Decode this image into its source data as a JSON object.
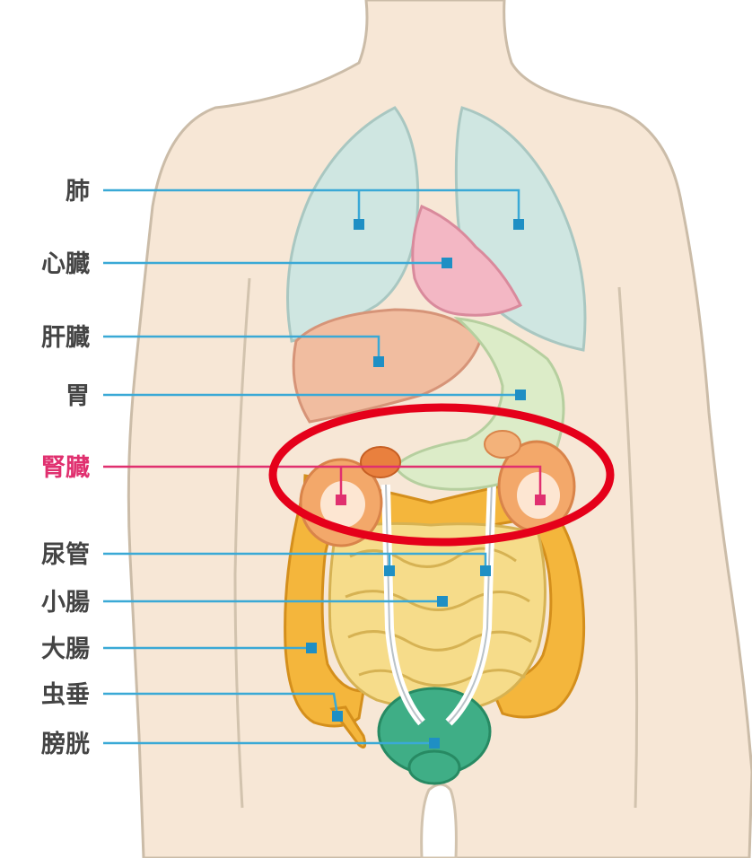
{
  "colors": {
    "leader_line": "#3aa9d6",
    "leader_dot": "#1f8fc4",
    "highlight_line": "#e0306f",
    "highlight_ring": "#e5001a",
    "label_text": "#444444",
    "highlight_text": "#e0306f"
  },
  "labels": [
    {
      "id": "lung",
      "text": "肺",
      "highlighted": false
    },
    {
      "id": "heart",
      "text": "心臓",
      "highlighted": false
    },
    {
      "id": "liver",
      "text": "肝臓",
      "highlighted": false
    },
    {
      "id": "stomach",
      "text": "胃",
      "highlighted": false
    },
    {
      "id": "kidney",
      "text": "腎臓",
      "highlighted": true
    },
    {
      "id": "ureter",
      "text": "尿管",
      "highlighted": false
    },
    {
      "id": "small-intestine",
      "text": "小腸",
      "highlighted": false
    },
    {
      "id": "large-intestine",
      "text": "大腸",
      "highlighted": false
    },
    {
      "id": "appendix",
      "text": "虫垂",
      "highlighted": false
    },
    {
      "id": "bladder",
      "text": "膀胱",
      "highlighted": false
    }
  ]
}
